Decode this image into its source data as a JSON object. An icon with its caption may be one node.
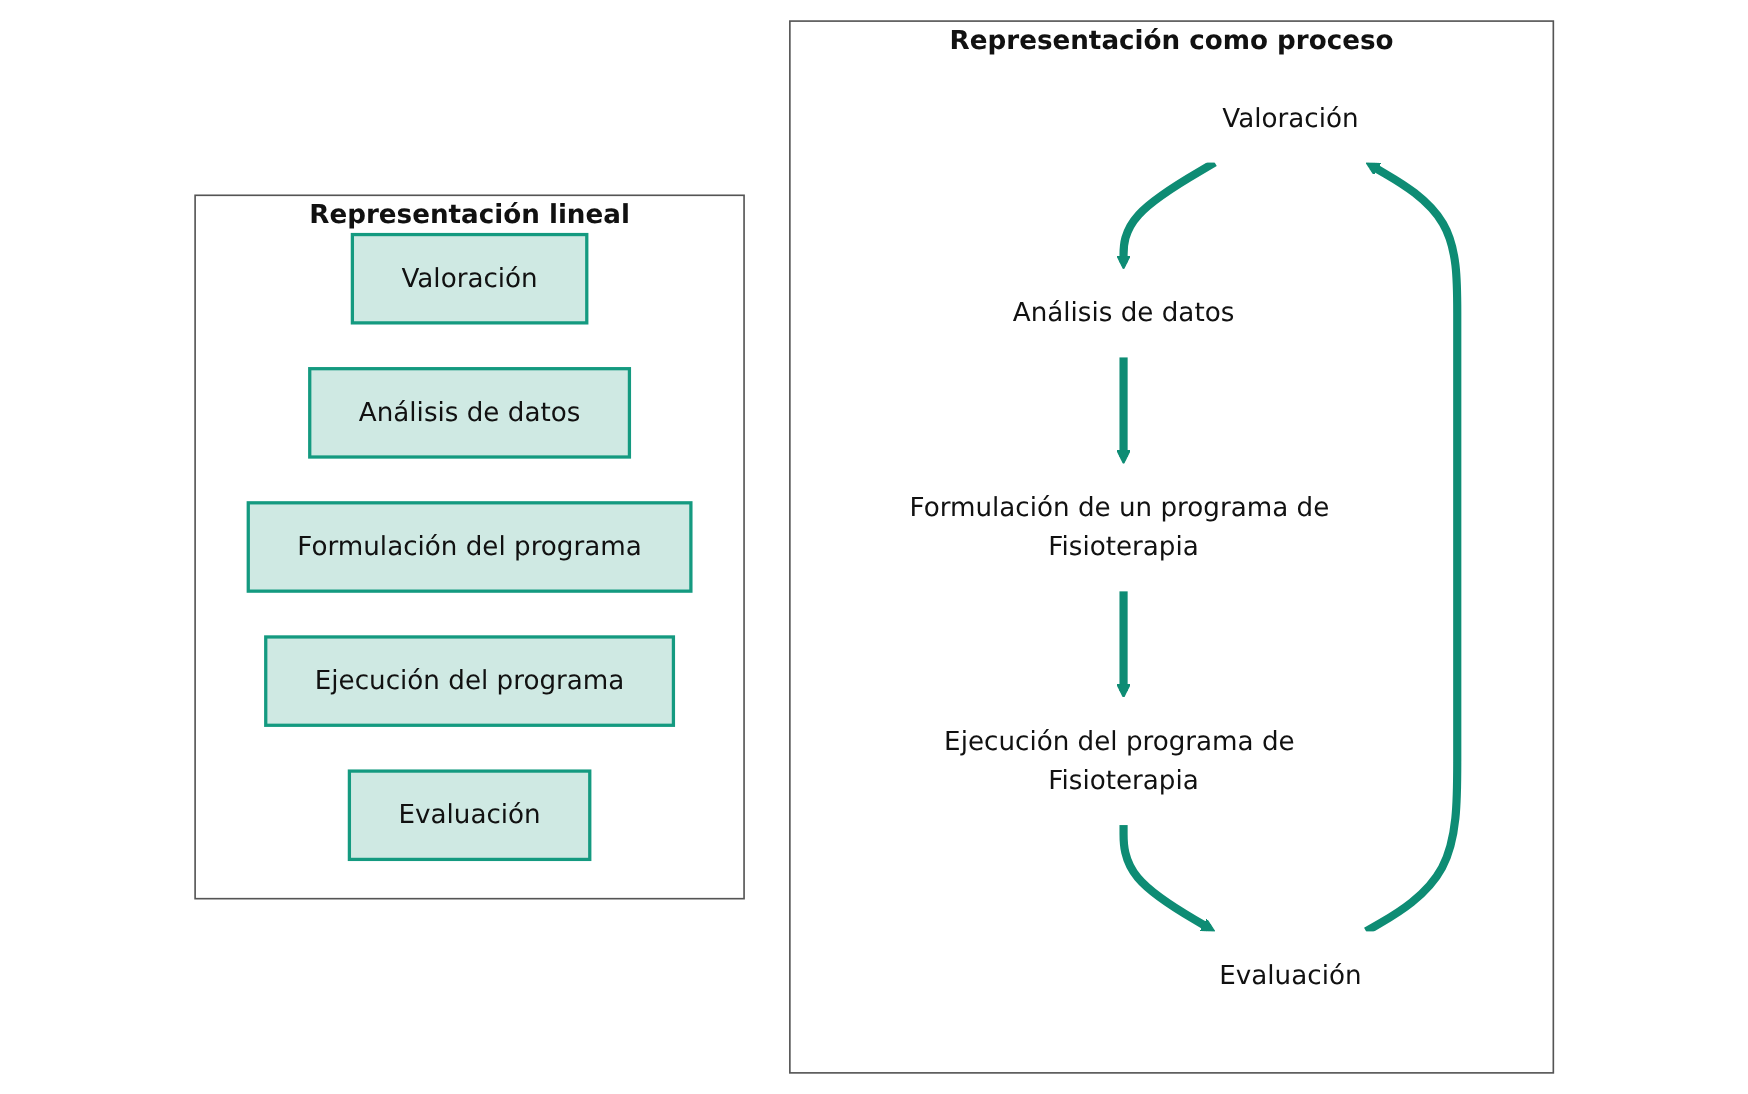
{
  "diagram": {
    "nodes": [
      {
        "text": [
          "Representación lineal"
        ]
      },
      {
        "text": [
          "Valoración"
        ],
        "in": 0
      },
      {
        "text": [
          "Análisis de datos"
        ],
        "in": 0
      },
      {
        "text": [
          "Formulación del programa"
        ],
        "in": 0
      },
      {
        "text": [
          "Ejecución del programa"
        ],
        "in": 0
      },
      {
        "text": [
          "Evaluación"
        ],
        "in": 0
      },
      {
        "text": [
          "Representación como proceso"
        ]
      },
      {
        "text": [
          "Valoración"
        ],
        "in": 6
      },
      {
        "text": [
          "Análisis de datos"
        ],
        "in": 6
      },
      {
        "text": [
          "Formulación de un programa de Fisioterapia"
        ],
        "in": 6
      },
      {
        "text": [
          "Ejecución del programa de Fisioterapia"
        ],
        "in": 6
      },
      {
        "text": [
          "Evaluación"
        ],
        "in": 6
      }
    ],
    "edges": [
      {
        "from": 7,
        "to": 8,
        "arrow": "to"
      },
      {
        "from": 8,
        "to": 9,
        "arrow": "to"
      },
      {
        "from": 9,
        "to": 10,
        "arrow": "to"
      },
      {
        "from": 10,
        "to": 11,
        "arrow": "to"
      },
      {
        "from": 11,
        "to": 7,
        "arrow": "to"
      }
    ]
  }
}
